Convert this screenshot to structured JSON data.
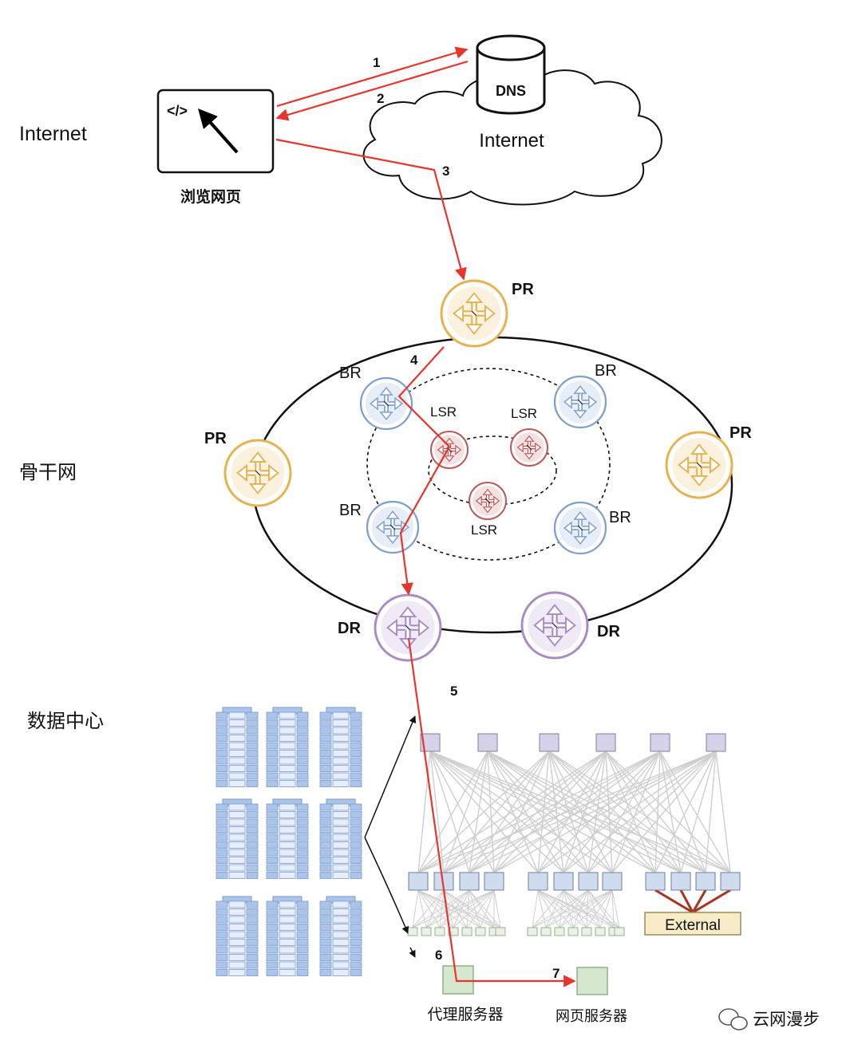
{
  "sections": {
    "internet": "Internet",
    "backbone": "骨干网",
    "datacenter": "数据中心"
  },
  "internet_cloud": {
    "label": "Internet"
  },
  "dns": {
    "label": "DNS"
  },
  "browser": {
    "icon_text": "</>",
    "label": "浏览网页"
  },
  "routers": {
    "pr_top": "PR",
    "pr_left": "PR",
    "pr_right": "PR",
    "br_tl": "BR",
    "br_tr": "BR",
    "br_bl": "BR",
    "br_br": "BR",
    "lsr_a": "LSR",
    "lsr_b": "LSR",
    "lsr_c": "LSR",
    "dr_left": "DR",
    "dr_right": "DR"
  },
  "steps": [
    "1",
    "2",
    "3",
    "4",
    "5",
    "6",
    "7"
  ],
  "datacenter": {
    "external_label": "External",
    "proxy_server": "代理服务器",
    "web_server": "网页服务器"
  },
  "watermark": {
    "text": "云网漫步"
  },
  "colors": {
    "path_red": "#e8352b",
    "pr_gold": "#e8b14b",
    "br_blue": "#7f9fd0",
    "lsr_red": "#c0585a",
    "dr_purple": "#a88ac6",
    "server_blue": "#aac4ea",
    "switch_lavender": "#d6d2ea",
    "leaf_blue": "#cfdcef",
    "server_green": "#d5e8cf",
    "external_fill": "#f7ecc7"
  }
}
